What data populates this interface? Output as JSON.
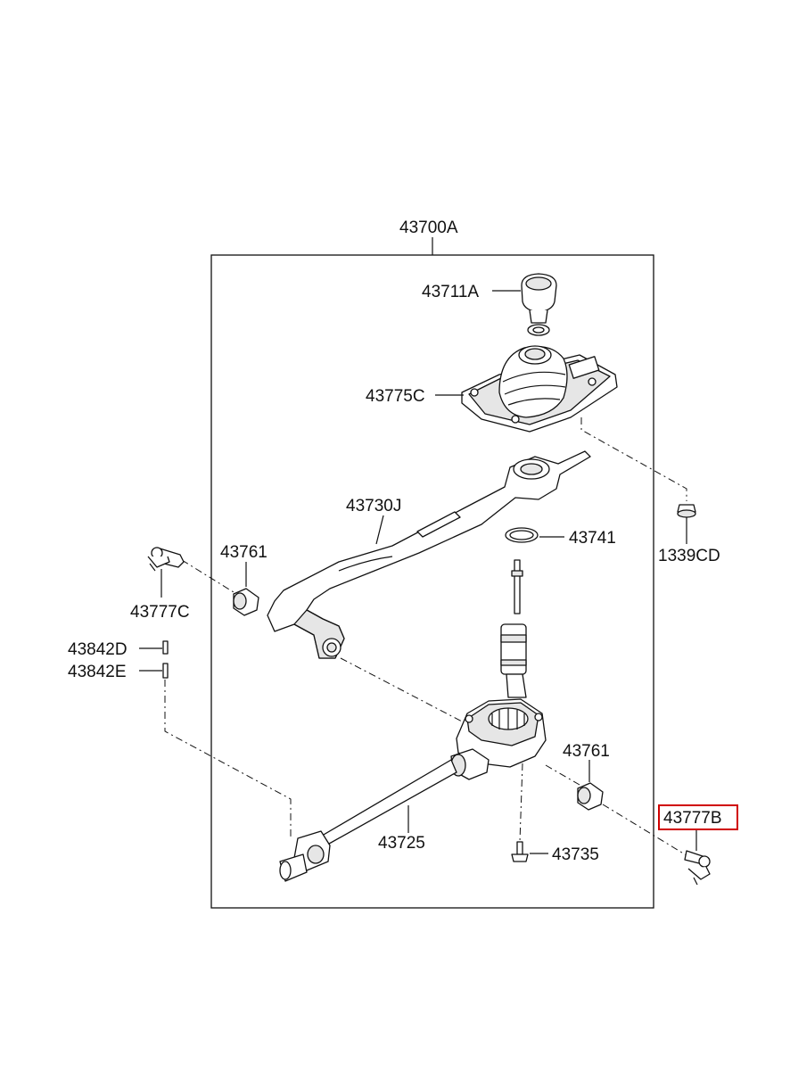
{
  "diagram": {
    "labels": {
      "assembly": "43700A",
      "knob": "43711A",
      "boot_housing": "43775C",
      "lever_arm": "43730J",
      "washer": "43741",
      "bush_upper": "43761",
      "clip_left": "43777C",
      "pin_d": "43842D",
      "pin_e": "43842E",
      "nut": "1339CD",
      "bush_lower": "43761",
      "clip_right": "43777B",
      "rod": "43725",
      "bolt": "43735"
    },
    "highlight": {
      "target": "clip_right",
      "color": "#d00000"
    }
  }
}
